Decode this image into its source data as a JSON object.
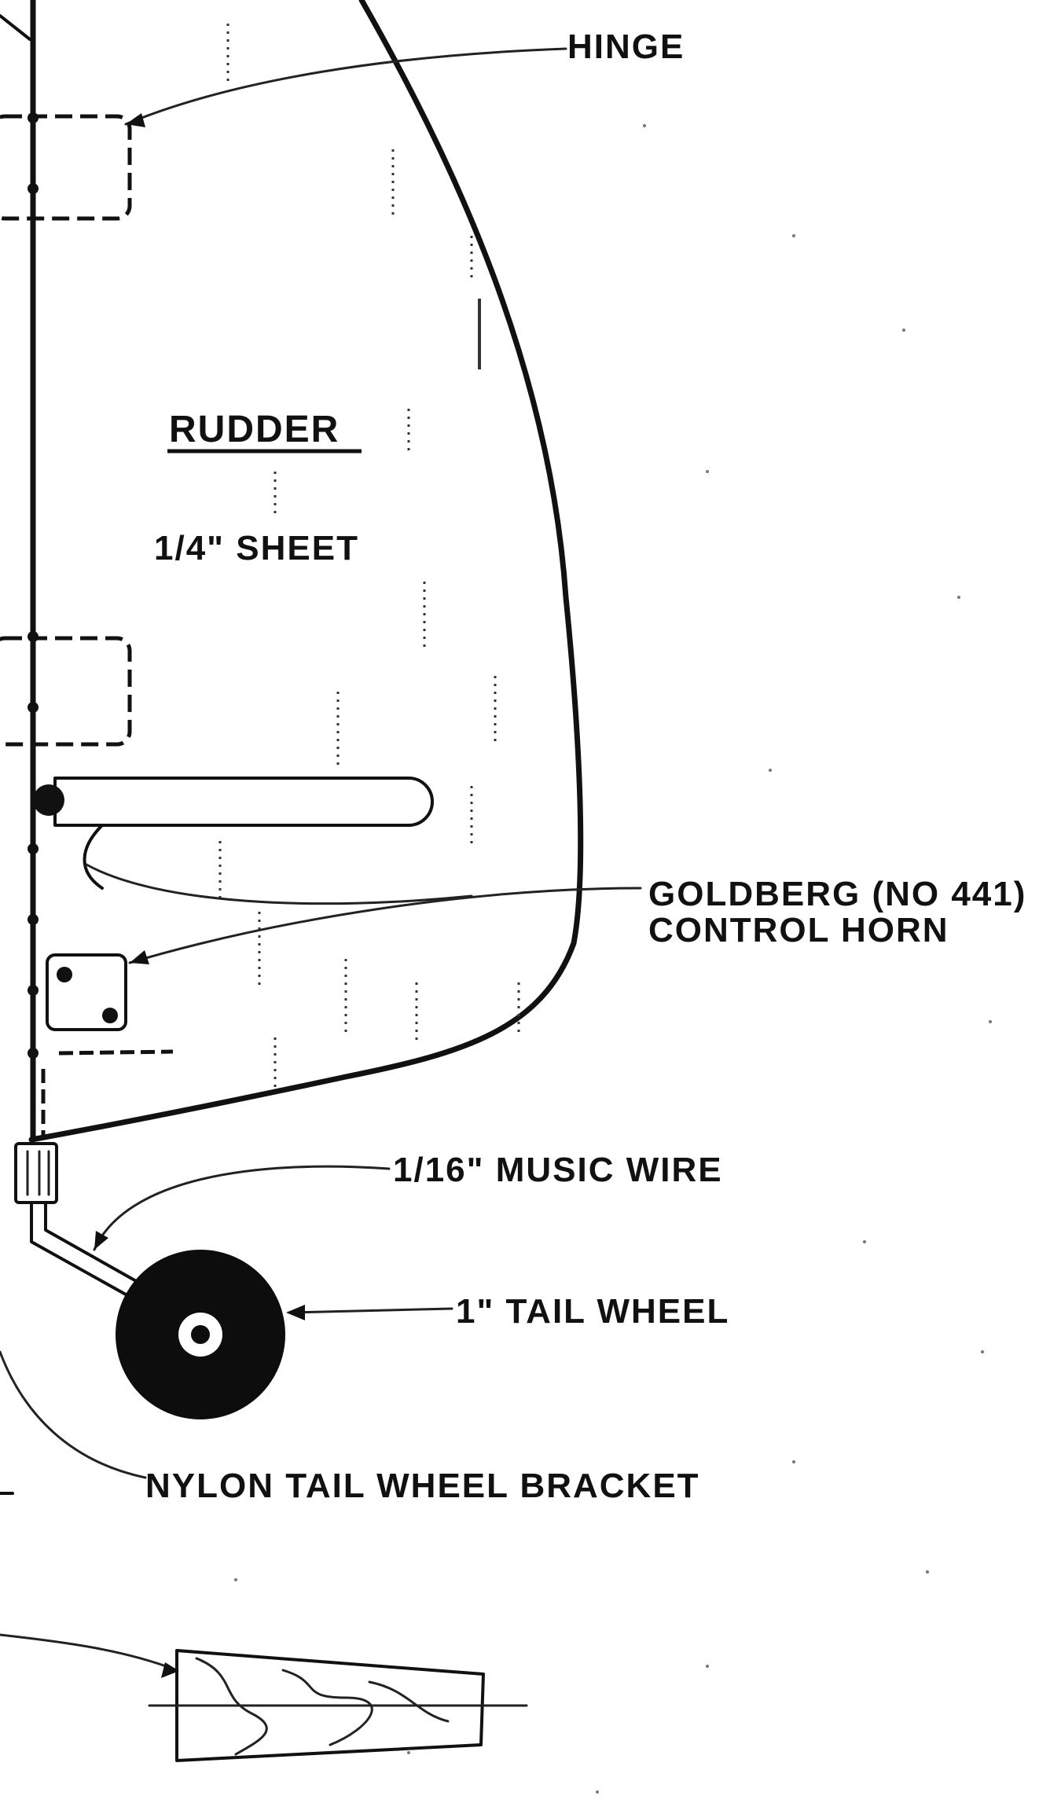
{
  "labels": {
    "hinge": "HINGE",
    "rudder": "RUDDER",
    "sheet": "1/4\" SHEET",
    "horn_line1": "GOLDBERG (NO 441)",
    "horn_line2": "CONTROL HORN",
    "music_wire": "1/16\" MUSIC WIRE",
    "tail_wheel": "1\" TAIL WHEEL",
    "bracket": "NYLON TAIL WHEEL BRACKET"
  },
  "colors": {
    "ink": "#111111",
    "paper": "#ffffff"
  }
}
